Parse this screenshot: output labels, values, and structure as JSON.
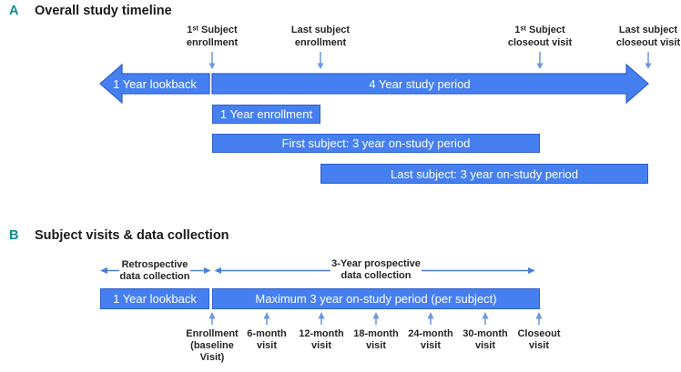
{
  "colors": {
    "bar_fill": "#4680F0",
    "bar_border": "#2F5FCC",
    "marker_arrow": "#6E97DE",
    "span_arrow": "#4A7EDB",
    "section_letter": "#0F8E8E"
  },
  "panel_a": {
    "letter": "A",
    "title": "Overall study timeline",
    "markers": [
      {
        "line1": "1ˢᵗ Subject",
        "line2": "enrollment"
      },
      {
        "line1": "Last subject",
        "line2": "enrollment"
      },
      {
        "line1": "1ˢᵗ Subject",
        "line2": "closeout visit"
      },
      {
        "line1": "Last subject",
        "line2": "closeout visit"
      }
    ],
    "lookback_label": "1 Year lookback",
    "study_period_label": "4 Year study period",
    "bars": [
      {
        "label": "1 Year enrollment"
      },
      {
        "label": "First subject: 3 year on-study period"
      },
      {
        "label": "Last subject: 3 year on-study period"
      }
    ]
  },
  "panel_b": {
    "letter": "B",
    "title": "Subject visits & data collection",
    "retrospective": {
      "line1": "Retrospective",
      "line2": "data collection"
    },
    "prospective": {
      "line1": "3-Year prospective",
      "line2": "data collection"
    },
    "bars": [
      {
        "label": "1 Year lookback"
      },
      {
        "label": "Maximum 3 year on-study period (per subject)"
      }
    ],
    "visits": [
      {
        "line1": "Enrollment",
        "line2": "(baseline",
        "line3": "Visit)"
      },
      {
        "line1": "6-month",
        "line2": "visit"
      },
      {
        "line1": "12-month",
        "line2": "visit"
      },
      {
        "line1": "18-month",
        "line2": "visit"
      },
      {
        "line1": "24-month",
        "line2": "visit"
      },
      {
        "line1": "30-month",
        "line2": "visit"
      },
      {
        "line1": "Closeout",
        "line2": "visit"
      }
    ]
  }
}
